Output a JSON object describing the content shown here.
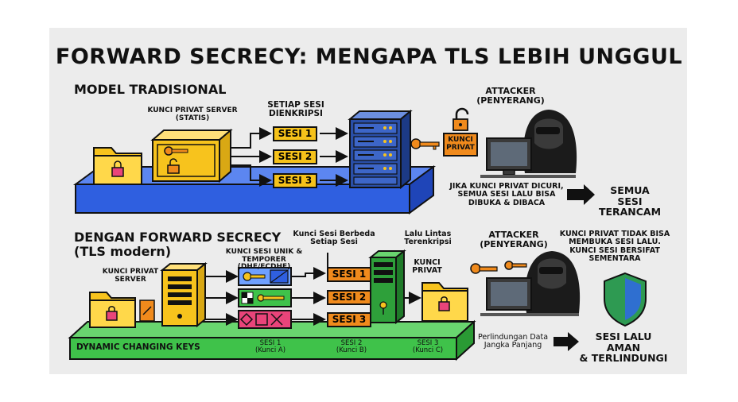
{
  "title": "FORWARD SECRECY: MENGAPA TLS LEBIH UNGGUL",
  "traditional": {
    "heading": "MODEL TRADISIONAL",
    "server_key_label": "KUNCI PRIVAT SERVER\n(STATIS)",
    "each_session_label": "SETIAP SESI\nDIENKRIPSI",
    "sessions": [
      "SESI 1",
      "SESI 2",
      "SESI 3"
    ],
    "attacker_label": "ATTACKER\n(PENYERANG)",
    "stolen_key_tag": "KUNCI\nPRIVAT",
    "consequence": "JIKA KUNCI PRIVAT DICURI,\nSEMUA SESI LALU BISA\nDIBUKA & DIBACA",
    "result": "SEMUA SESI\nTERANCAM"
  },
  "forward": {
    "heading": "DENGAN FORWARD SECRECY\n(TLS modern)",
    "server_key_label": "KUNCI PRIVAT\nSERVER",
    "unique_keys_label": "KUNCI SESI UNIK &\nTEMPORER (DHE/ECDHE)",
    "different_keys_label": "Kunci Sesi Berbeda\nSetiap Sesi",
    "encrypted_traffic_label": "Lalu Lintas\nTerenkripsi",
    "private_key_label": "KUNCI\nPRIVAT",
    "sessions": [
      "SESI 1",
      "SESI 2",
      "SESI 3"
    ],
    "platform_label": "DYNAMIC CHANGING KEYS",
    "session_keys": [
      "SESI 1\n(Kunci A)",
      "SESI 2\n(Kunci B)",
      "SESI 3\n(Kunci C)"
    ],
    "attacker_label": "ATTACKER\n(PENYERANG)",
    "no_open_note": "KUNCI PRIVAT TIDAK BISA\nMEMBUKA SESI LALU.\nKUNCI SESI BERSIFAT\nSEMENTARA",
    "protection": "Perlindungan Data\nJangka Panjang",
    "result": "SESI LALU AMAN\n& TERLINDUNGI"
  },
  "colors": {
    "blue_platform": "#2f5fe0",
    "green_platform": "#3fc24a",
    "session_yellow": "#f6c21a",
    "session_orange": "#f08a1c",
    "folder": "#f7c31d",
    "key": "#f08a1c",
    "server_blue": "#2a4fa8",
    "shield_green": "#2e9a52",
    "shield_blue": "#2f6fd0"
  },
  "icons": [
    "folder-lock-icon",
    "safe-icon",
    "key-icon",
    "server-rack-icon",
    "padlock-icon",
    "hacker-icon",
    "monitor-icon",
    "arrow-right-icon",
    "shield-icon",
    "document-icon"
  ]
}
